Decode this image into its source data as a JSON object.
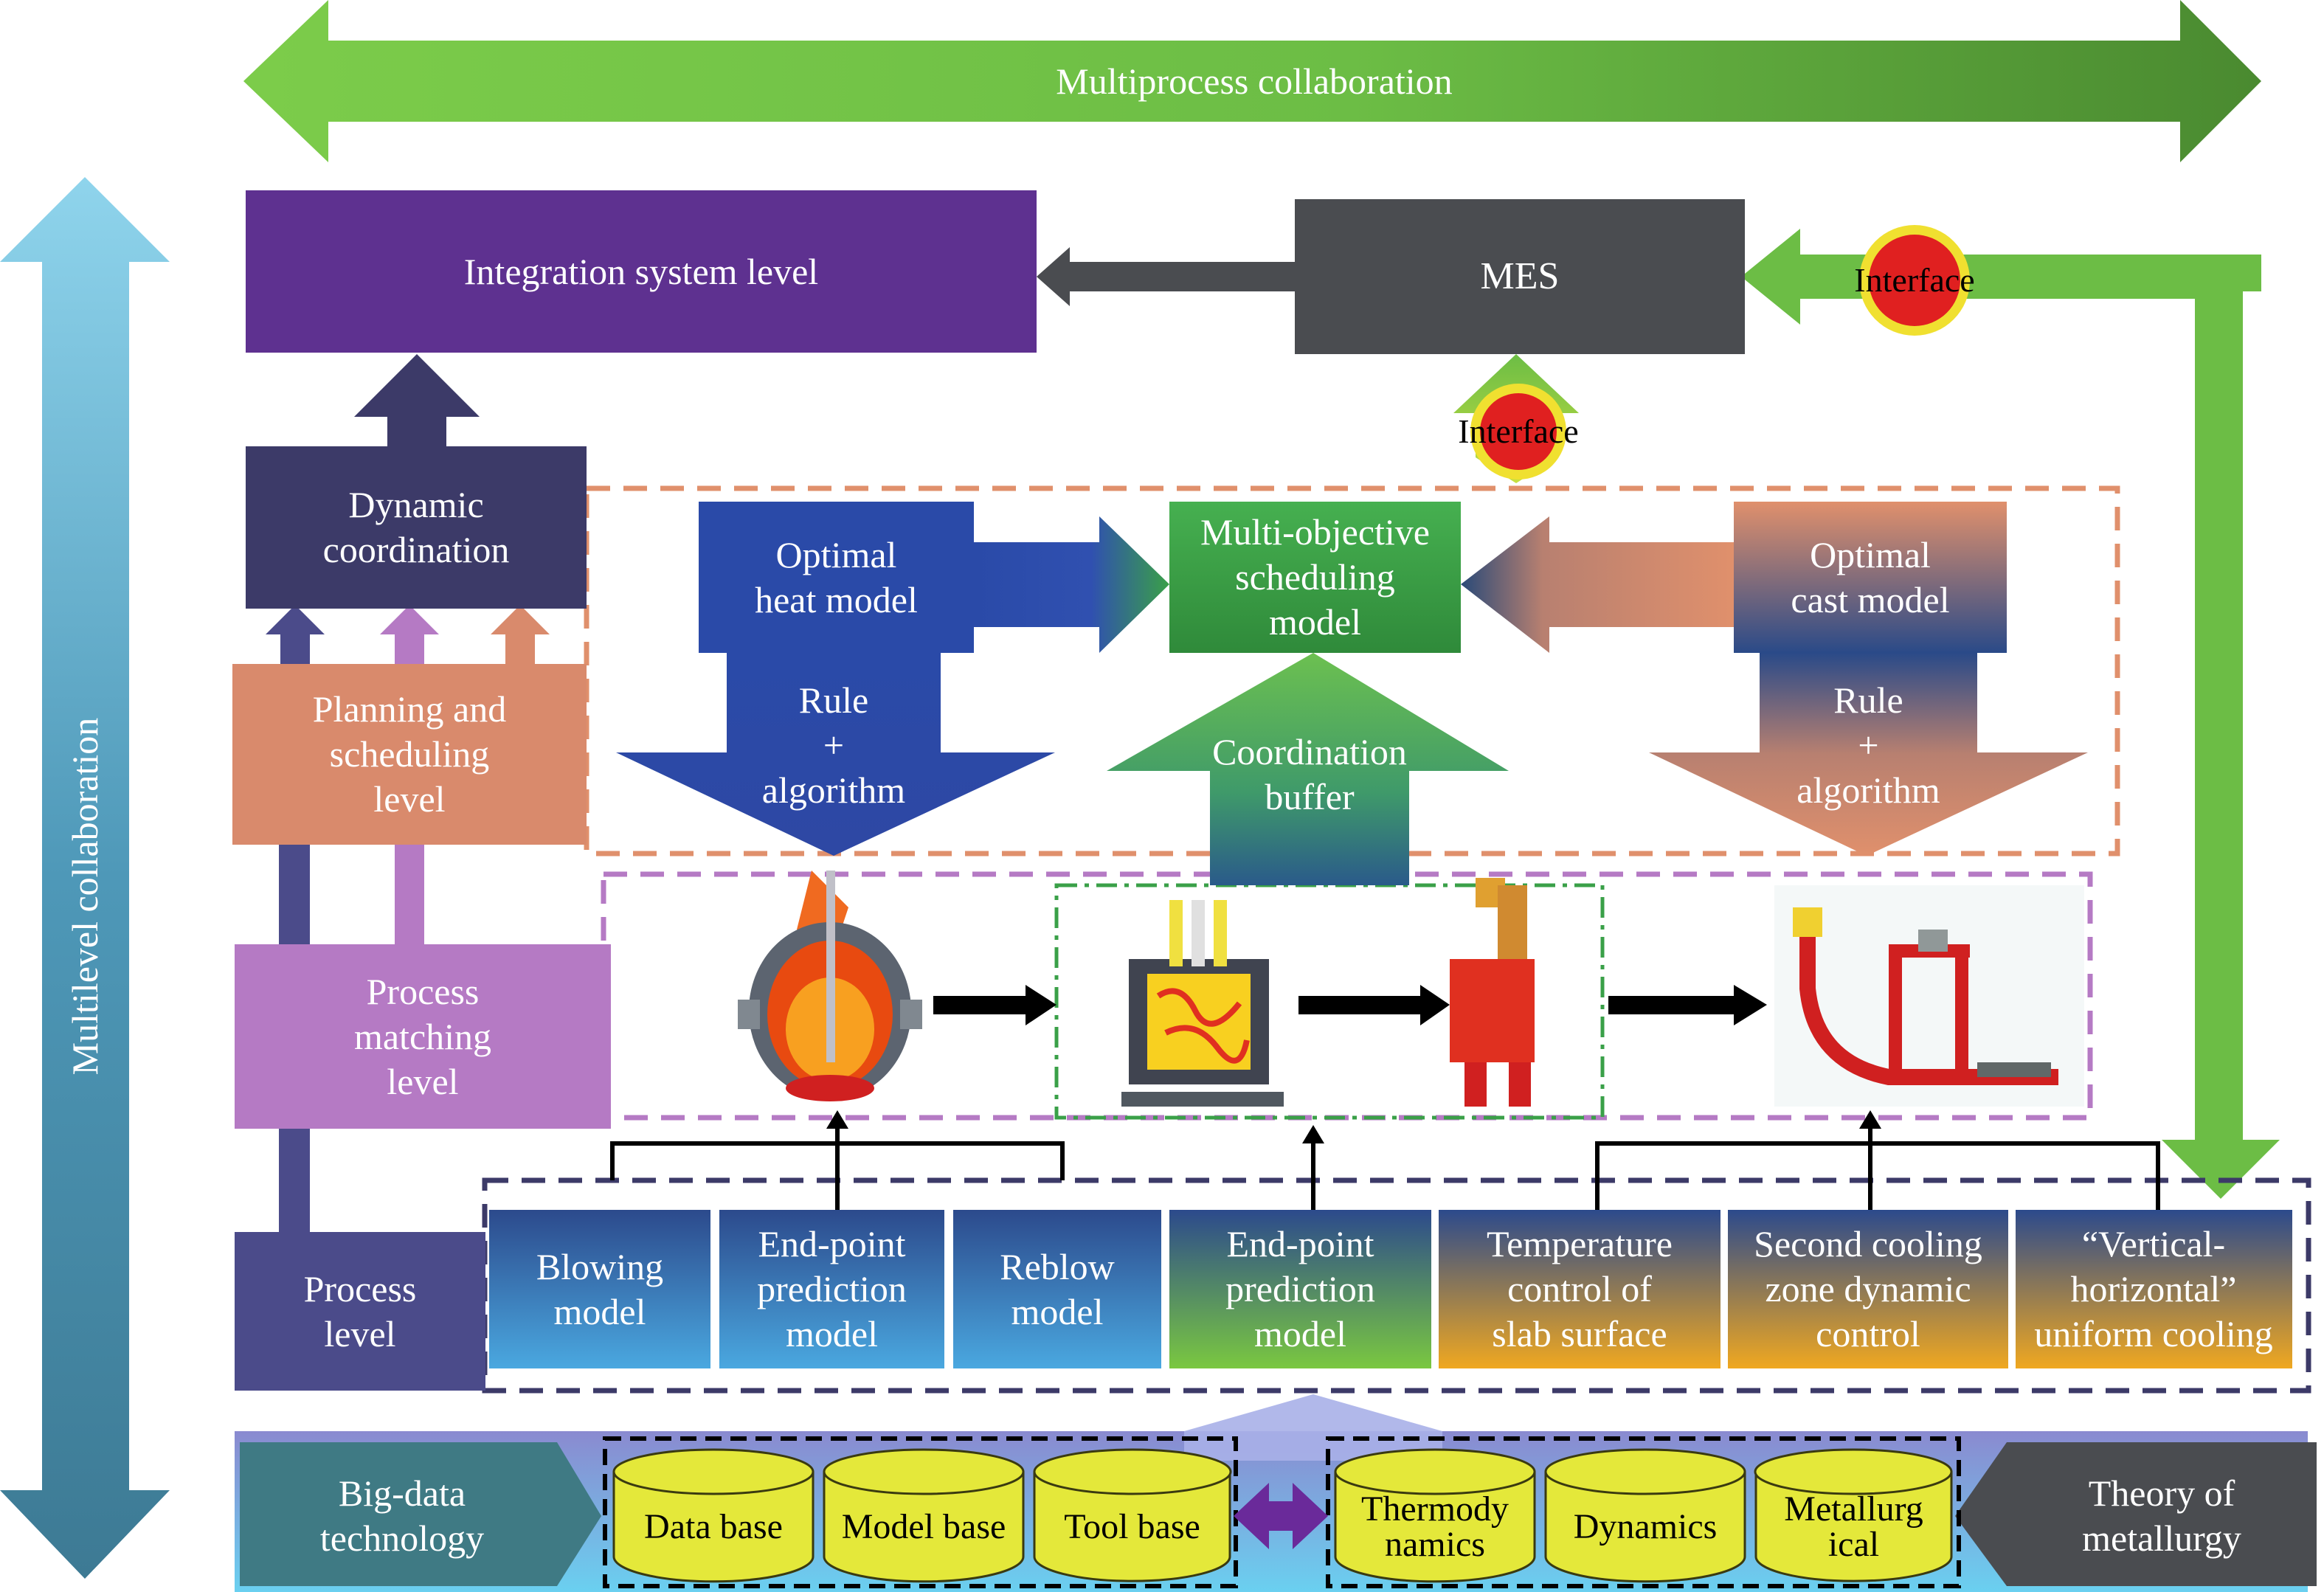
{
  "top_arrow": "Multiprocess collaboration",
  "side_arrow": "Multilevel collaboration",
  "levels": {
    "integration": "Integration system level",
    "dynamic": "Dynamic\ncoordination",
    "planning": "Planning and\nscheduling\nlevel",
    "matching": "Process\nmatching\nlevel",
    "process": "Process\nlevel"
  },
  "mes": "MES",
  "interface_label": "Interface",
  "models": {
    "heat": "Optimal\nheat model",
    "multi": "Multi-objective\nscheduling\nmodel",
    "cast": "Optimal\ncast model",
    "rule": "Rule\n+\nalgorithm",
    "buffer": "Coordination\nbuffer"
  },
  "process_models": [
    "Blowing\nmodel",
    "End-point\nprediction\nmodel",
    "Reblow\nmodel",
    "End-point\nprediction\nmodel",
    "Temperature\ncontrol of\nslab surface",
    "Second cooling\nzone dynamic\ncontrol",
    "“Vertical-\nhorizontal”\nuniform cooling"
  ],
  "bottom": {
    "bigdata": "Big-data\ntechnology",
    "theory": "Theory of\nmetallurgy",
    "bases": [
      "Data base",
      "Model base",
      "Tool base"
    ],
    "theories": [
      "Thermody\nnamics",
      "Dynamics",
      "Metallurg\nical"
    ]
  },
  "colors": {
    "green_arrow": "#6cbd45",
    "integration": "#5e3190",
    "mes": "#4a4c50",
    "dynamic": "#3c3a68",
    "planning": "#d98a6c",
    "matching": "#b57ac4",
    "process": "#4b4b8a",
    "heat": "#2a4aa8",
    "multi": "#3aa048",
    "cylinder": "#e4e83a",
    "interface_red": "#e02020"
  }
}
